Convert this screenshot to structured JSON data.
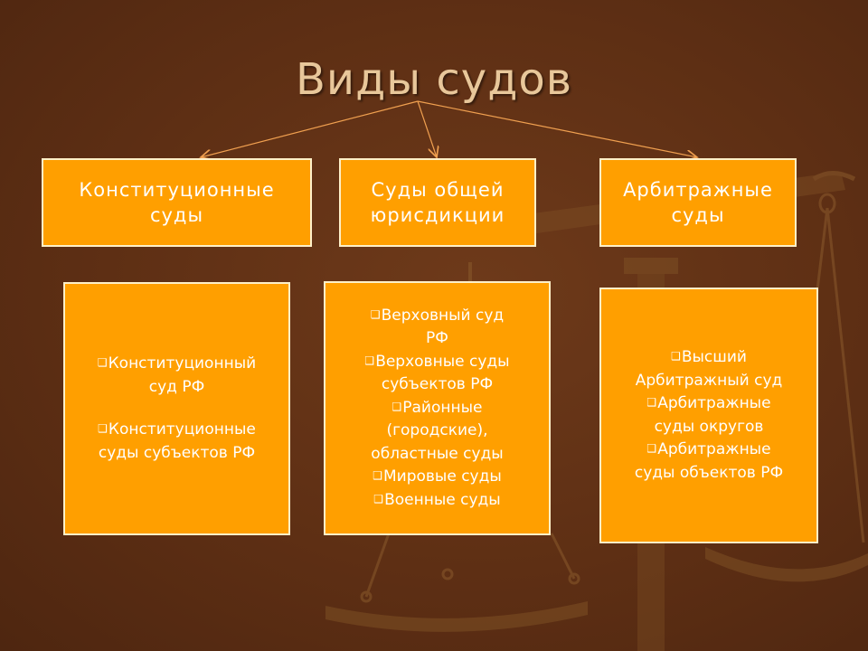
{
  "title": "Виды судов",
  "categories": [
    {
      "label": "Конституционные\nсуды"
    },
    {
      "label": "Суды общей\nюрисдикции"
    },
    {
      "label": "Арбитражные\nсуды"
    }
  ],
  "details": [
    {
      "items": [
        "Конституционный\nсуд РФ",
        "Конституционные\nсуды субъектов РФ"
      ]
    },
    {
      "items": [
        "Верховный суд\nРФ",
        "Верховные суды\nсубъектов РФ",
        "Районные\n(городские),\nобластные суды",
        "Мировые суды",
        "Военные суды"
      ]
    },
    {
      "items": [
        "Высший\nАрбитражный суд",
        "Арбитражные\nсуды округов",
        "Арбитражные\nсуды объектов РФ"
      ]
    }
  ],
  "bullet_icon": "checkbox-bullet-icon",
  "colors": {
    "box": "#ff9f00",
    "box_border": "#fff0c8",
    "title": "#e8c79a",
    "arrow": "#f0a050",
    "background": "#5e2f14"
  }
}
